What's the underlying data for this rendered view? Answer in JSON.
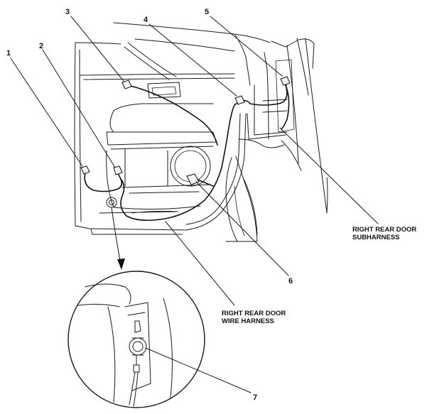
{
  "callouts": {
    "n1": "1",
    "n2": "2",
    "n3": "3",
    "n4": "4",
    "n5": "5",
    "n6": "6",
    "n7": "7"
  },
  "labels": {
    "subharness_line1": "RIGHT REAR DOOR",
    "subharness_line2": "SUBHARNESS",
    "wire_harness_line1": "RIGHT REAR DOOR",
    "wire_harness_line2": "WIRE HARNESS"
  },
  "colors": {
    "ink": "#111111",
    "background": "#ffffff"
  }
}
